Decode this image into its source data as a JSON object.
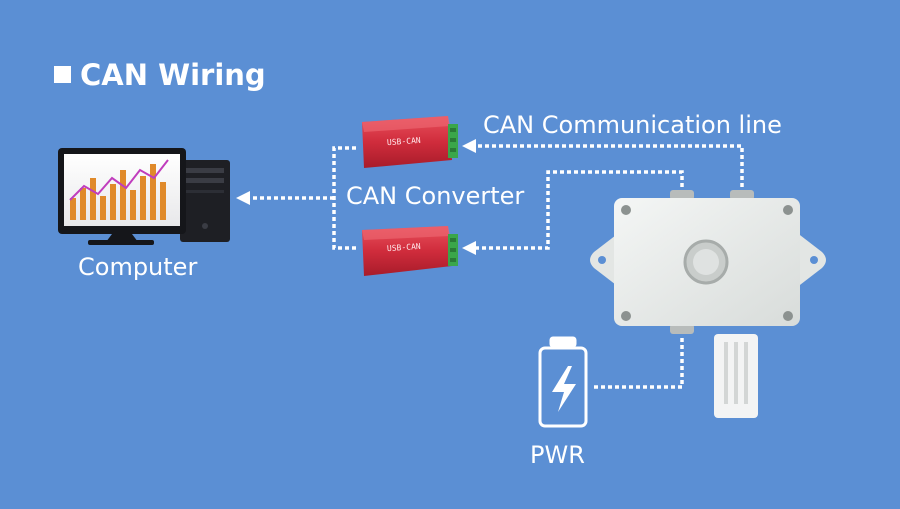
{
  "title": "CAN Wiring",
  "labels": {
    "computer": "Computer",
    "converter": "CAN Converter",
    "comm_line": "CAN Communication line",
    "power": "PWR"
  },
  "devices": {
    "converter_top_text": "USB-CAN",
    "converter_bottom_text": "USB-CAN"
  },
  "colors": {
    "background": "#5b8fd4",
    "wire": "#ffffff",
    "converter": "#d63040",
    "terminal": "#3aa64a",
    "sensor_box": "#e9ecea",
    "chart_bars": "#e08a2a",
    "chart_line": "#c03dbd"
  },
  "icons": {
    "computer": "desktop-computer-icon",
    "converter": "usb-can-converter-icon",
    "sensor": "sensor-enclosure-icon",
    "battery": "battery-lightning-icon"
  }
}
